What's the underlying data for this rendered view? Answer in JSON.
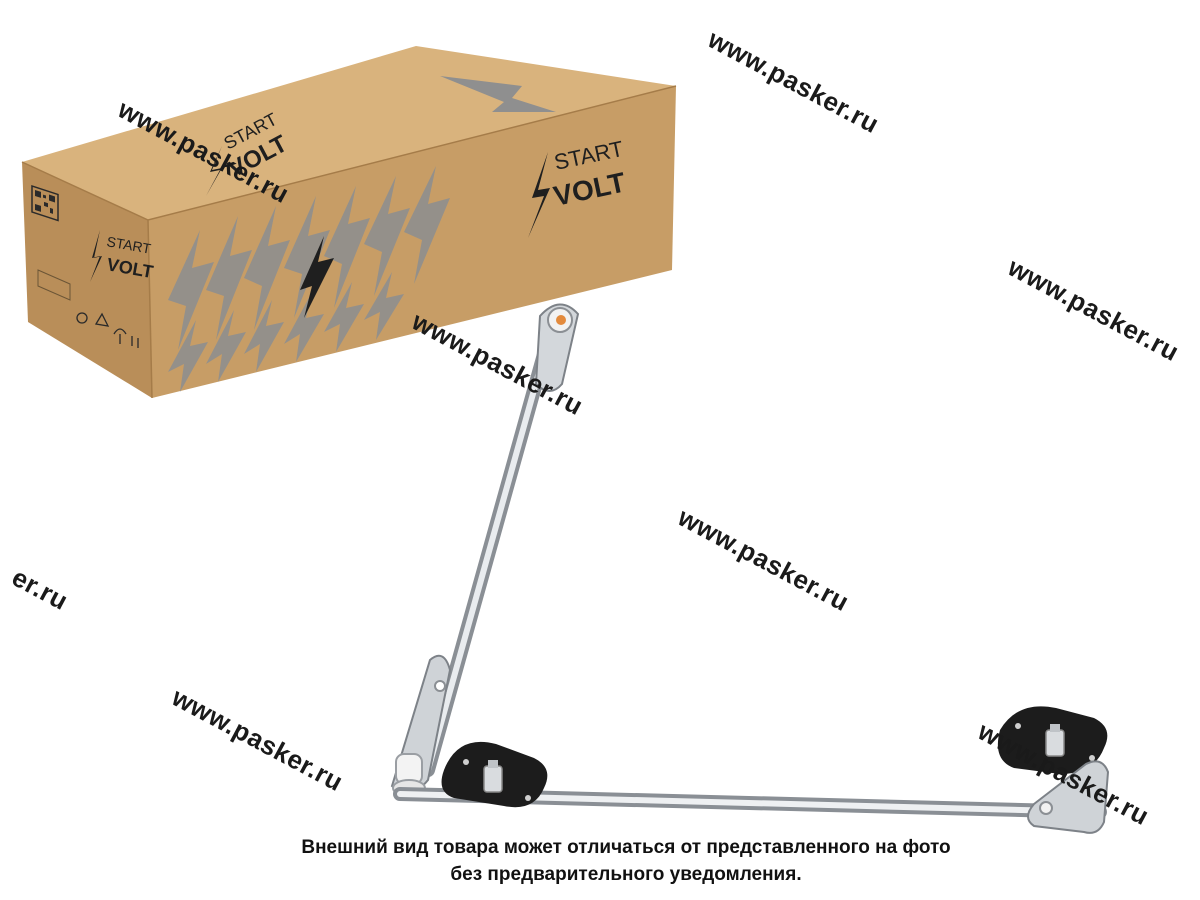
{
  "watermark": {
    "text": "www.pasker.ru",
    "partial_text": "er.ru"
  },
  "box": {
    "brand_line1": "START",
    "brand_line2": "VOLT"
  },
  "disclaimer": {
    "line1": "Внешний вид товара может отличаться от представленного на фото",
    "line2": "без предварительного уведомления."
  },
  "colors": {
    "cardboard_front": "#c9a06a",
    "cardboard_side": "#b88d58",
    "cardboard_top": "#d7b07a",
    "bolt_gray": "#8f8f8f",
    "ink": "#1f1f1f",
    "steel": "#c9ccd0"
  }
}
